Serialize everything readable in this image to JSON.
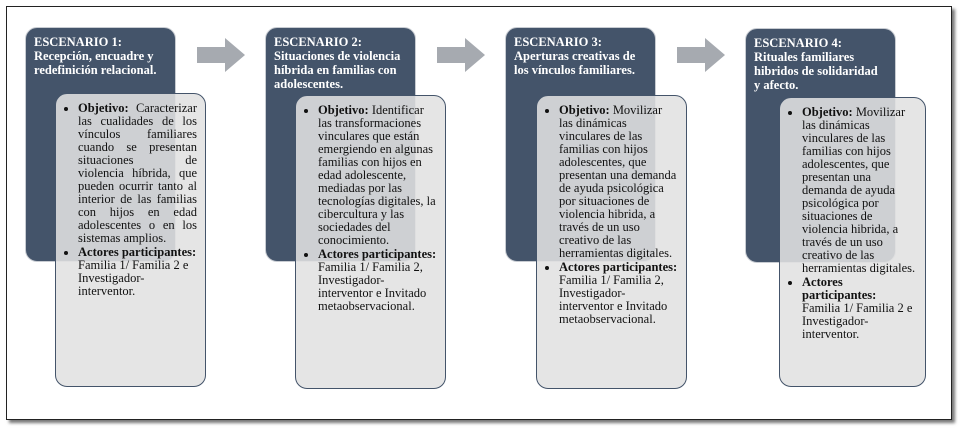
{
  "scenarios": [
    {
      "title": "ESCENARIO 1:",
      "subtitle": "Recepción, encuadre y redefinición relacional.",
      "objective_label": "Objetivo:",
      "objective": "Caracterizar las cualidades de los vínculos familiares cuando se presentan situaciones de violencia híbrida, que pueden ocurrir tanto al interior de las familias con hijos en edad adolescentes o en los sistemas amplios.",
      "actors_label": "Actores participantes:",
      "actors": "Familia 1/ Familia 2 e Investigador-interventor."
    },
    {
      "title": "ESCENARIO 2:",
      "subtitle": "Situaciones de violencia híbrida en familias con adolescentes.",
      "objective_label": "Objetivo:",
      "objective": "Identificar las transformaciones vinculares que están emergiendo en algunas familias con hijos en edad adolescente, mediadas por las tecnologías digitales, la cibercultura y las sociedades del conocimiento.",
      "actors_label": "Actores participantes:",
      "actors": "Familia 1/ Familia 2, Investigador-interventor e Invitado metaobservacional."
    },
    {
      "title": "ESCENARIO 3:",
      "subtitle": "Aperturas creativas de los vínculos familiares.",
      "objective_label": "Objetivo:",
      "objective": "Movilizar las dinámicas vinculares de las familias con hijos adolescentes, que presentan una demanda de ayuda psicológica por situaciones de violencia hibrida, a través de un uso creativo de las herramientas digitales.",
      "actors_label": "Actores participantes:",
      "actors": "Familia 1/ Familia 2, Investigador-interventor e Invitado metaobservacional."
    },
    {
      "title": "ESCENARIO 4:",
      "subtitle": "Rituales familiares hibridos de solidaridad y afecto.",
      "objective_label": "Objetivo:",
      "objective": "Movilizar las dinámicas vinculares de las familias con hijos adolescentes, que presentan una demanda de ayuda psicológica por situaciones de violencia hibrida, a través de un uso creativo de las herramientas digitales.",
      "actors_label": "Actores participantes:",
      "actors": "Familia 1/ Familia 2 e Investigador-interventor."
    }
  ],
  "colors": {
    "dark": "#44546a",
    "arrow": "#a6aab0",
    "light": "#e1e1e1"
  }
}
